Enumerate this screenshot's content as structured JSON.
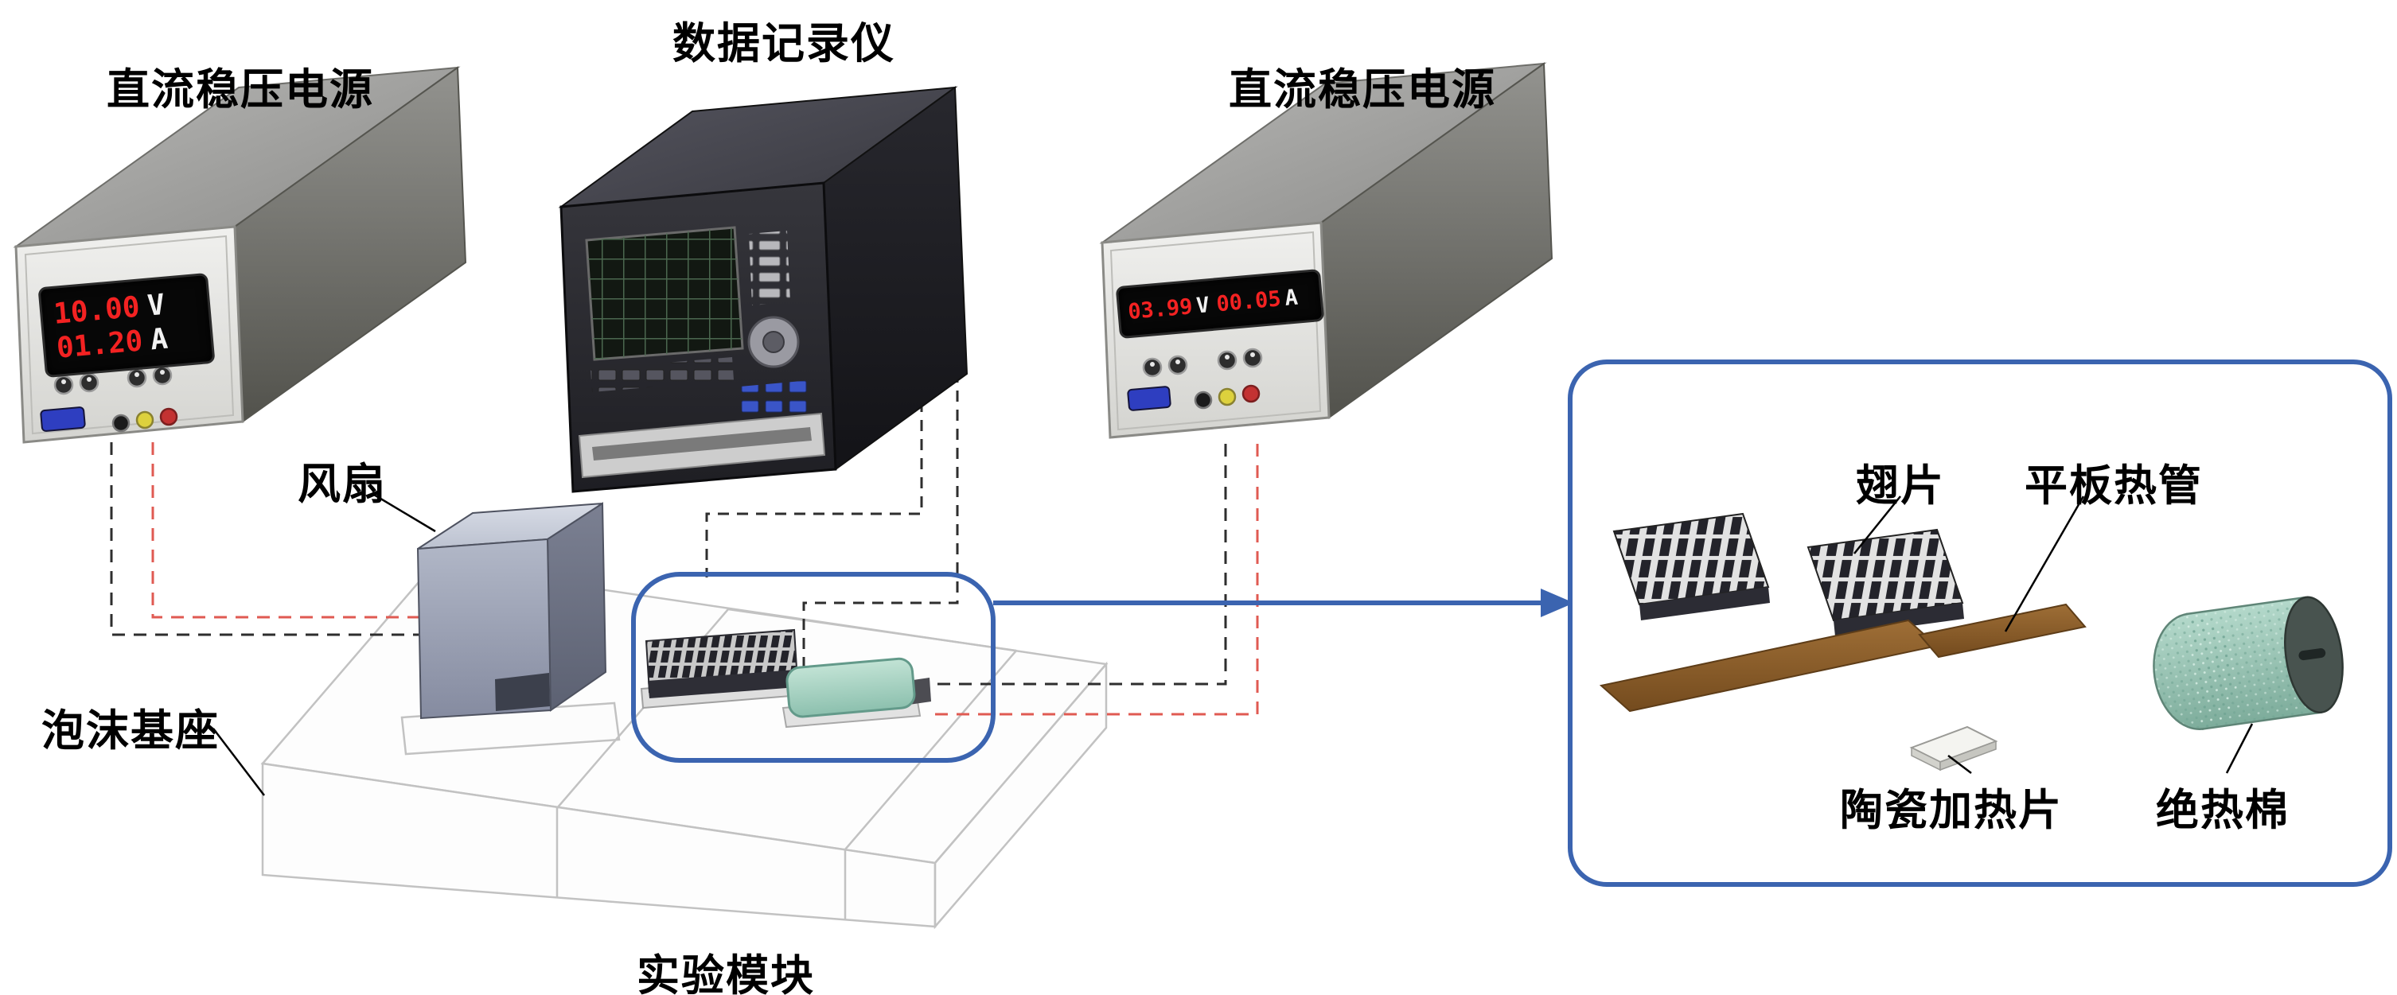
{
  "labels": {
    "data_logger": "数据记录仪",
    "psu_left": "直流稳压电源",
    "psu_right": "直流稳压电源",
    "fan": "风扇",
    "foam_base": "泡沫基座",
    "experiment_module": "实验模块",
    "fin": "翅片",
    "flat_heat_pipe": "平板热管",
    "ceramic_heater": "陶瓷加热片",
    "insulation_cotton": "绝热棉"
  },
  "displays": {
    "psu_left": {
      "voltage": "10.00",
      "voltage_unit": "V",
      "current": "01.20",
      "current_unit": "A"
    },
    "psu_right": {
      "voltage": "03.99",
      "voltage_unit": "V",
      "current": "00.05",
      "current_unit": "A"
    }
  },
  "colors": {
    "accent_blue": "#3b64b0",
    "wire_red": "#e05a52",
    "wire_black": "#2e2e2e",
    "display_red": "#f32222",
    "heat_pipe_brown": "#8a5c2a",
    "insulation_teal": "#9fccbc"
  }
}
